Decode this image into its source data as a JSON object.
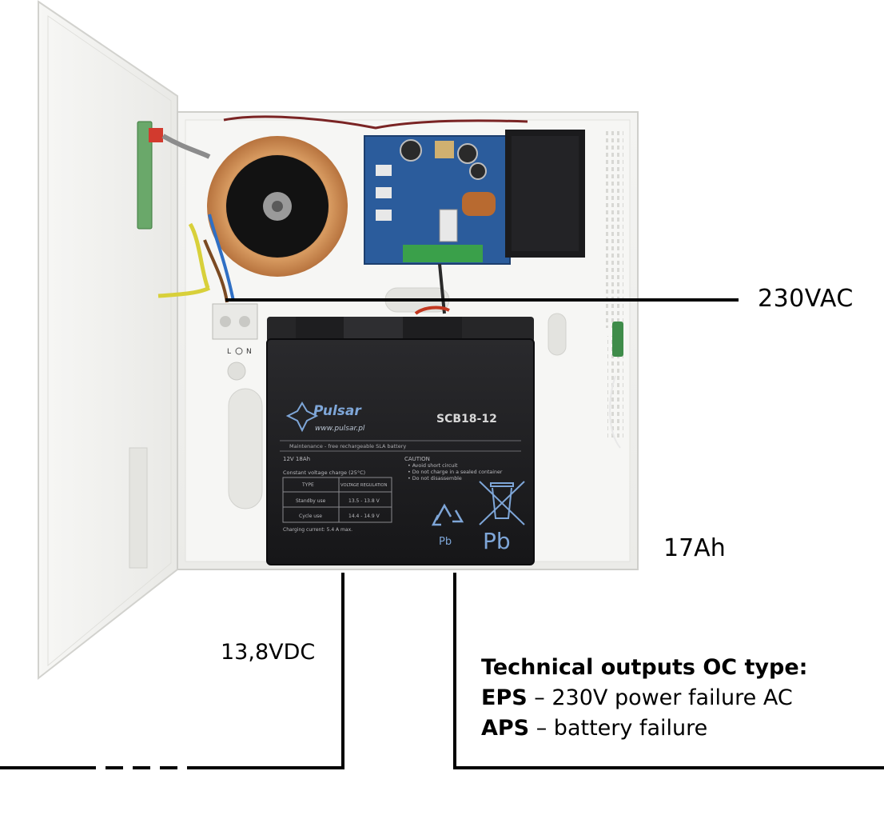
{
  "labels": {
    "ac_input": "230VAC",
    "battery_capacity": "17Ah",
    "dc_output": "13,8VDC"
  },
  "battery": {
    "brand": "Pulsar",
    "website": "www.pulsar.pl",
    "model": "SCB18-12",
    "subtitle": "Maintenance - free rechargeable SLA battery",
    "rating": "12V 18Ah",
    "charge_heading": "Constant voltage charge (25°C)",
    "table_headers": [
      "TYPE",
      "VOLTAGE REGULATION"
    ],
    "table_rows": [
      [
        "Standby use",
        "13.5 - 13.8 V"
      ],
      [
        "Cycle use",
        "14.4 - 14.9 V"
      ]
    ],
    "charging_current": "Charging current: 5.4 A max.",
    "caution_title": "CAUTION",
    "caution_items": [
      "• Avoid short circuit",
      "• Do not charge in a sealed container",
      "• Do not disassemble"
    ],
    "recycle_text": "Pb",
    "bin_text": "Pb"
  },
  "terminals": {
    "l": "L",
    "n": "N"
  },
  "outputs": {
    "title": "Technical outputs OC type:",
    "items": [
      {
        "key": "EPS",
        "desc": " – 230V power failure AC"
      },
      {
        "key": "APS",
        "desc": " – battery failure"
      }
    ]
  },
  "colors": {
    "enclosure": "#f2f2f0",
    "pcb": "#2b5c9c",
    "battery": "#1c1c1e",
    "copper": "#c98a4e"
  }
}
